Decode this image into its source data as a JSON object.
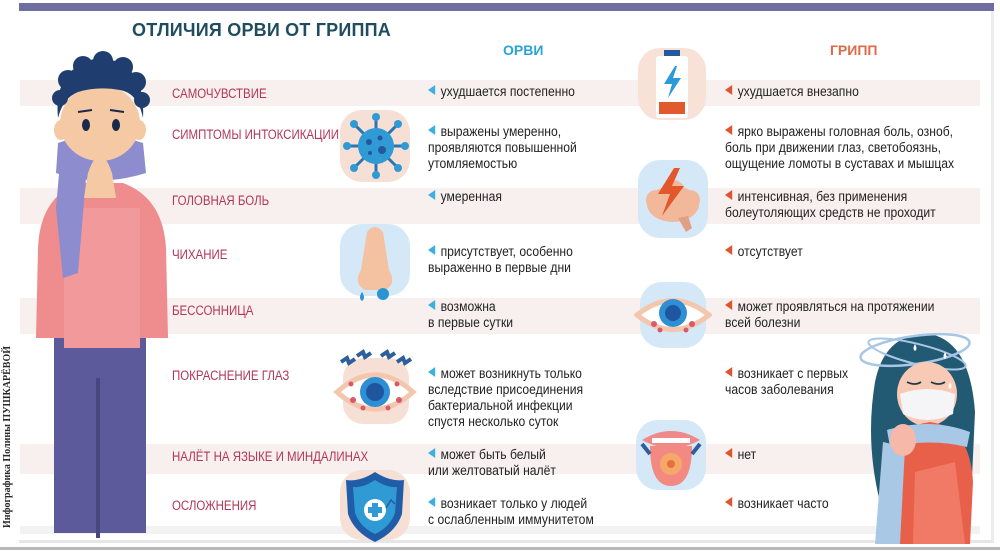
{
  "title": "ОТЛИЧИЯ ОРВИ ОТ ГРИППА",
  "columns": {
    "orvi": "ОРВИ",
    "gripp": "ГРИПП"
  },
  "credit": "Инфографика Полины ПУШКАРЁВОЙ",
  "colors": {
    "topbar": "#6e6ea0",
    "title": "#1f4d5f",
    "orvi": "#2aa3d6",
    "gripp": "#e06a46",
    "label": "#b3365a",
    "band": "#f8f0ef"
  },
  "rows": [
    {
      "label": "САМОЧУВСТВИЕ",
      "orvi": [
        "ухудшается постепенно"
      ],
      "gripp": [
        "ухудшается внезапно"
      ]
    },
    {
      "label": "СИМПТОМЫ ИНТОКСИКАЦИИ",
      "orvi": [
        "выражены умеренно,",
        "проявляются повышенной",
        "утомляемостью"
      ],
      "gripp": [
        "ярко выражены головная боль, озноб,",
        "боль при движении глаз, светобоязнь,",
        "ощущение ломоты в суставах и мышцах"
      ]
    },
    {
      "label": "ГОЛОВНАЯ БОЛЬ",
      "orvi": [
        "умеренная"
      ],
      "gripp": [
        "интенсивная, без применения",
        "болеутоляющих средств не проходит"
      ]
    },
    {
      "label": "ЧИХАНИЕ",
      "orvi": [
        "присутствует, особенно",
        "выраженно в первые дни"
      ],
      "gripp": [
        "отсутствует"
      ]
    },
    {
      "label": "БЕССОННИЦА",
      "orvi": [
        "возможна",
        "в первые сутки"
      ],
      "gripp": [
        "может проявляться на протяжении",
        "всей болезни"
      ]
    },
    {
      "label": "ПОКРАСНЕНИЕ ГЛАЗ",
      "orvi": [
        "может возникнуть только",
        "вследствие присоединения",
        "бактериальной инфекции",
        "спустя несколько суток"
      ],
      "gripp": [
        "возникает с первых",
        "часов заболевания"
      ]
    },
    {
      "label": "НАЛЁТ НА ЯЗЫКЕ И МИНДАЛИНАХ",
      "orvi": [
        "может быть белый",
        "или желтоватый налёт"
      ],
      "gripp": [
        "нет"
      ]
    },
    {
      "label": "ОСЛОЖНЕНИЯ",
      "orvi": [
        "возникает только у людей",
        "с ослабленным иммунитетом"
      ],
      "gripp": [
        "возникает часто"
      ]
    }
  ],
  "icons": [
    "battery-low-icon",
    "virus-icon",
    "brain-lightning-icon",
    "runny-nose-icon",
    "red-eye-icon",
    "itchy-eye-icon",
    "tongue-icon",
    "shield-plus-icon"
  ],
  "illustrations": [
    "sneezing-man-illustration",
    "sick-woman-illustration"
  ]
}
